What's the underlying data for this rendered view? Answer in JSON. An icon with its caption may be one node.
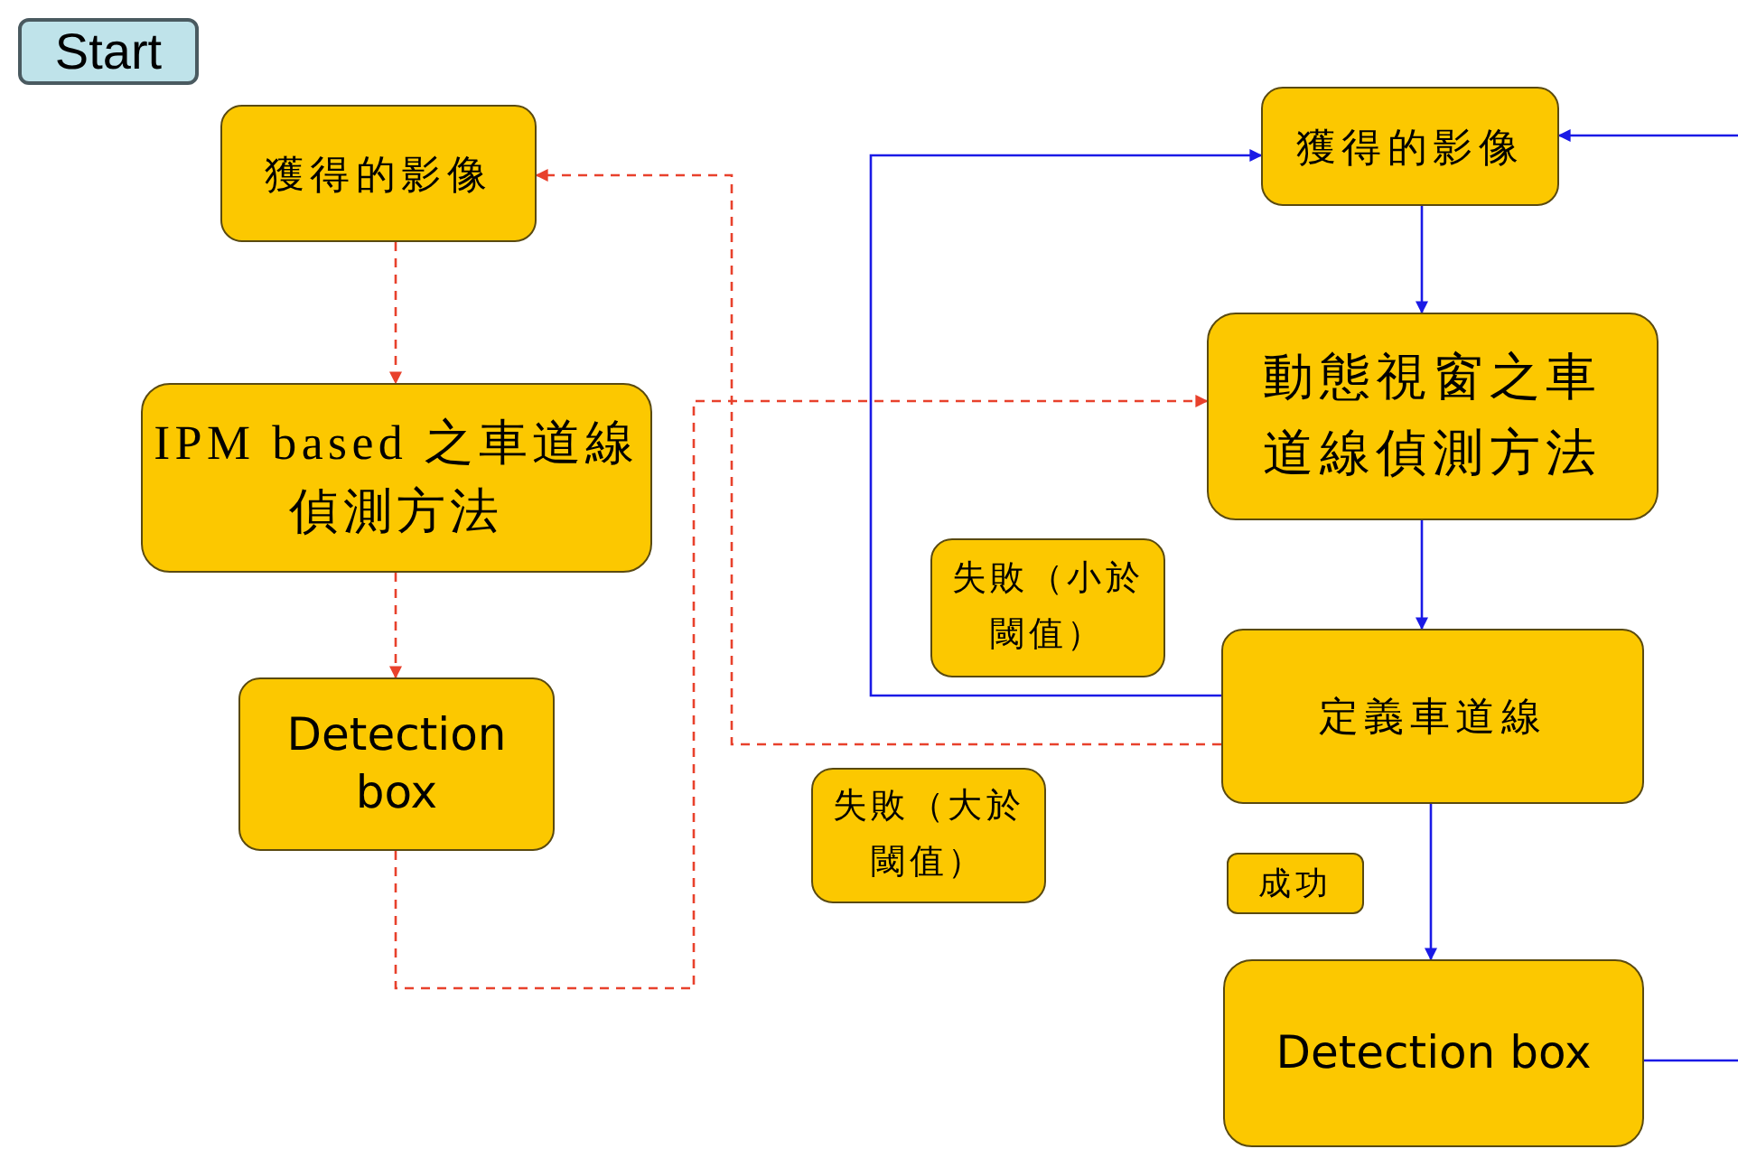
{
  "diagram": {
    "nodes": [
      {
        "text": [
          "Start"
        ]
      },
      {
        "text": [
          "獲得的影像"
        ]
      },
      {
        "text": [
          "IPM based 之車道線偵測方法"
        ]
      },
      {
        "text": [
          "Detection box"
        ]
      },
      {
        "text": [
          "獲得的影像"
        ]
      },
      {
        "text": [
          "動態視窗之車道線偵測方法"
        ]
      },
      {
        "text": [
          "失敗（小於閾值）"
        ]
      },
      {
        "text": [
          "定義車道線"
        ]
      },
      {
        "text": [
          "失敗（大於閾值）"
        ]
      },
      {
        "text": [
          "成功"
        ]
      },
      {
        "text": [
          "Detection box"
        ]
      }
    ],
    "edges": [
      {
        "from": 1,
        "to": 2,
        "arrow": "to",
        "style": "dashed",
        "color": "#e8412c"
      },
      {
        "from": 2,
        "to": 3,
        "arrow": "to",
        "style": "dashed",
        "color": "#e8412c"
      },
      {
        "from": 3,
        "to": 5,
        "arrow": "to",
        "style": "dashed",
        "color": "#e8412c"
      },
      {
        "from": 7,
        "to": 1,
        "arrow": "to",
        "style": "dashed",
        "color": "#e8412c"
      },
      {
        "from": 4,
        "to": 5,
        "arrow": "to"
      },
      {
        "from": 5,
        "to": 7,
        "arrow": "to"
      },
      {
        "from": 7,
        "to": 4,
        "arrow": "to"
      },
      {
        "from": 7,
        "to": 10,
        "arrow": "to"
      },
      {
        "from": 10,
        "to": null,
        "arrow": "none"
      },
      {
        "from": null,
        "to": 4,
        "arrow": "to"
      }
    ]
  }
}
